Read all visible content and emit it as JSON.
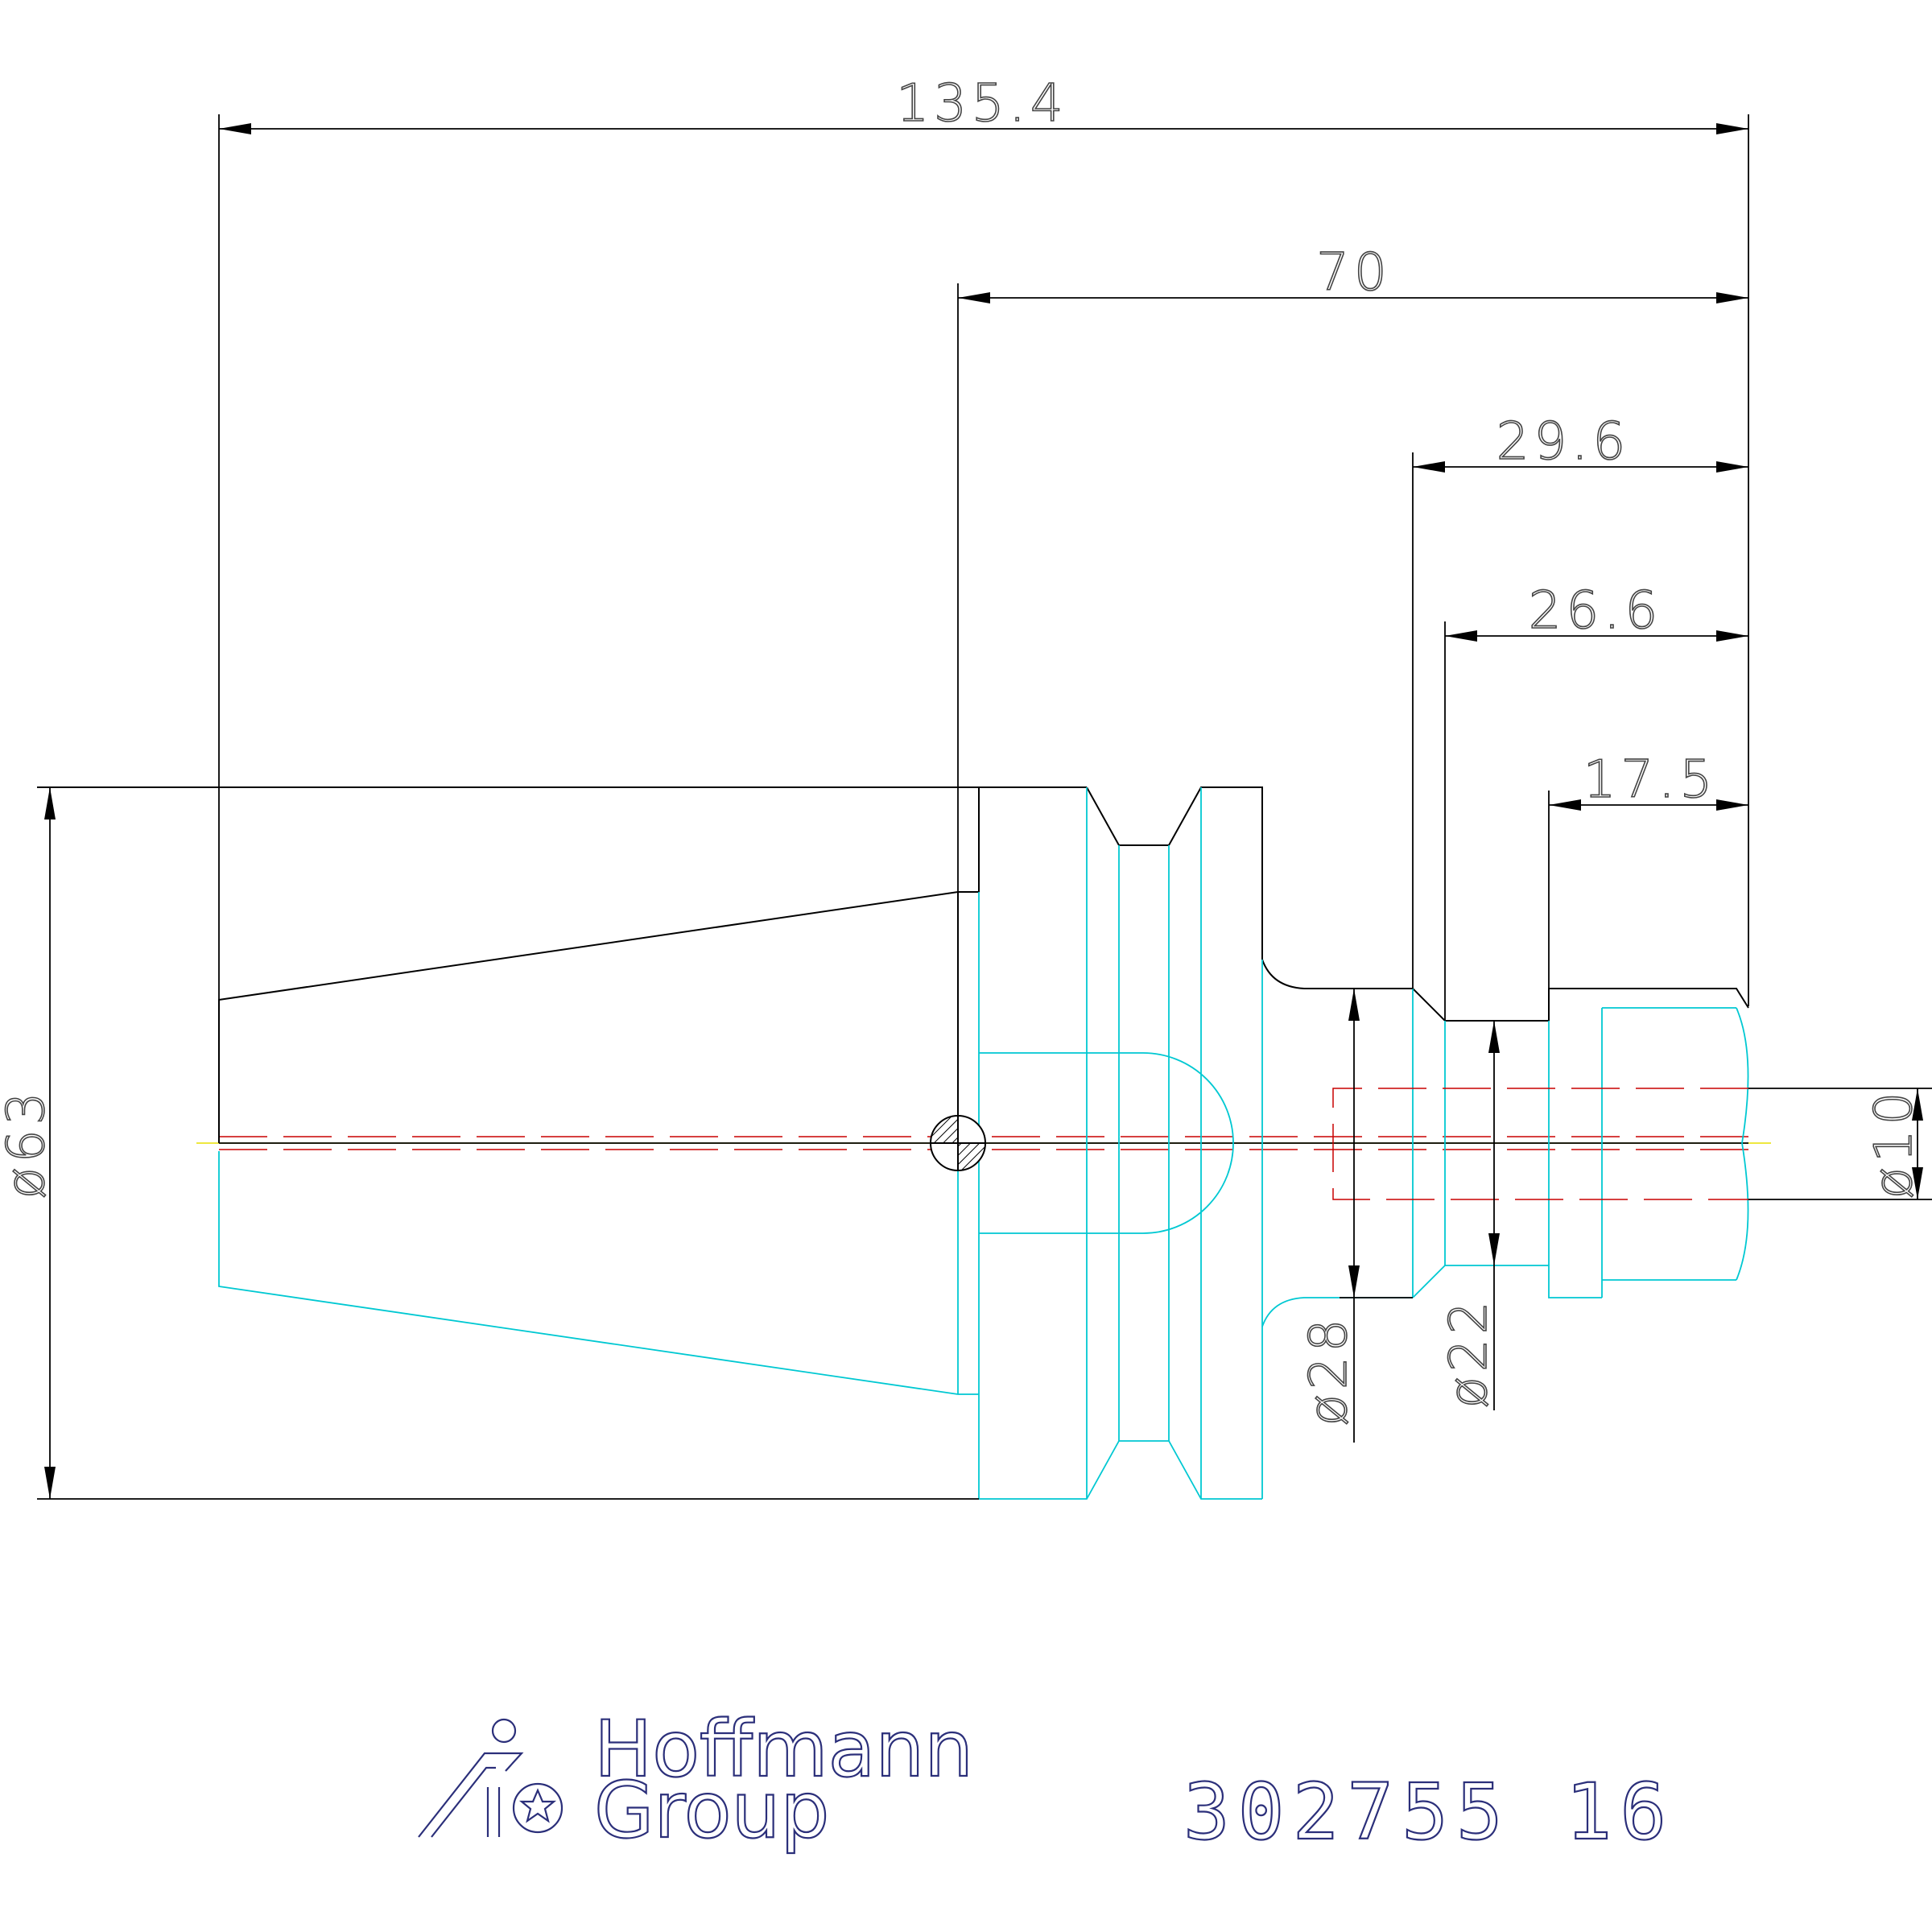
{
  "drawing": {
    "dimensions": {
      "overall_length": "135.4",
      "gauge_length": "70",
      "length_29_6": "29.6",
      "length_26_6": "26.6",
      "length_17_5": "17.5",
      "dia_63": "ø63",
      "dia_28": "ø28",
      "dia_22": "ø22",
      "dia_10": "ø10"
    },
    "colors": {
      "outline": "#000000",
      "section_lines": "#00c8d2",
      "center_line": "#c80000",
      "axis": "#e8e000",
      "logo": "#2b2f7a"
    }
  },
  "footer": {
    "logo_line1": "Hoffmann",
    "logo_line2": "Group",
    "part_number": "302755 16"
  }
}
